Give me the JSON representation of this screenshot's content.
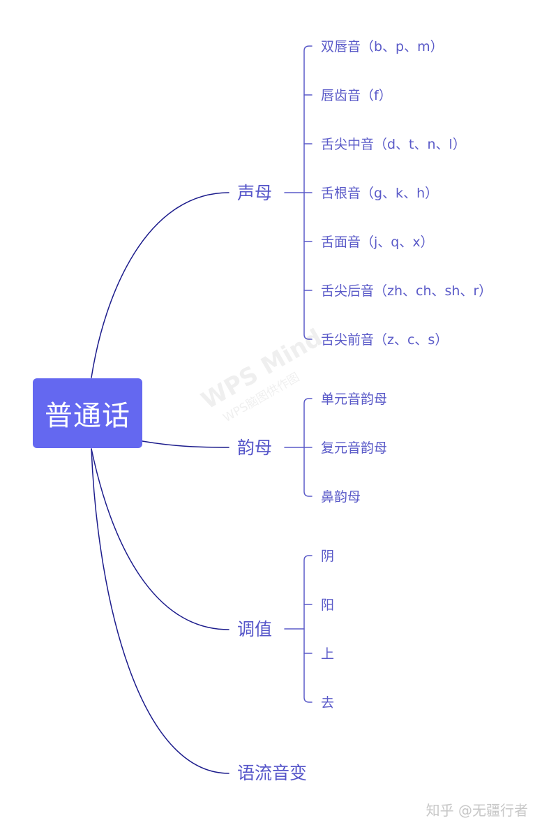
{
  "colors": {
    "root_fill": "#6468f0",
    "root_text": "#ffffff",
    "branch_text": "#5555c9",
    "leaf_text": "#5a5ac8",
    "root_connector": "#1c1c8c",
    "bracket": "#5a5ac8"
  },
  "root": {
    "label": "普通话"
  },
  "branches": [
    {
      "label": "声母",
      "children": [
        "双唇音（b、p、m）",
        "唇齿音（f）",
        "舌尖中音（d、t、n、l）",
        "舌根音（g、k、h）",
        "舌面音（j、q、x）",
        "舌尖后音（zh、ch、sh、r）",
        "舌尖前音（z、c、s）"
      ]
    },
    {
      "label": "韵母",
      "children": [
        "单元音韵母",
        "复元音韵母",
        "鼻韵母"
      ]
    },
    {
      "label": "调值",
      "children": [
        "阴",
        "阳",
        "上",
        "去"
      ]
    },
    {
      "label": "语流音变",
      "children": []
    }
  ],
  "watermark": {
    "main": "WPS Mind",
    "sub": "WPS脑图供作图"
  },
  "credit": "知乎 @无疆行者"
}
